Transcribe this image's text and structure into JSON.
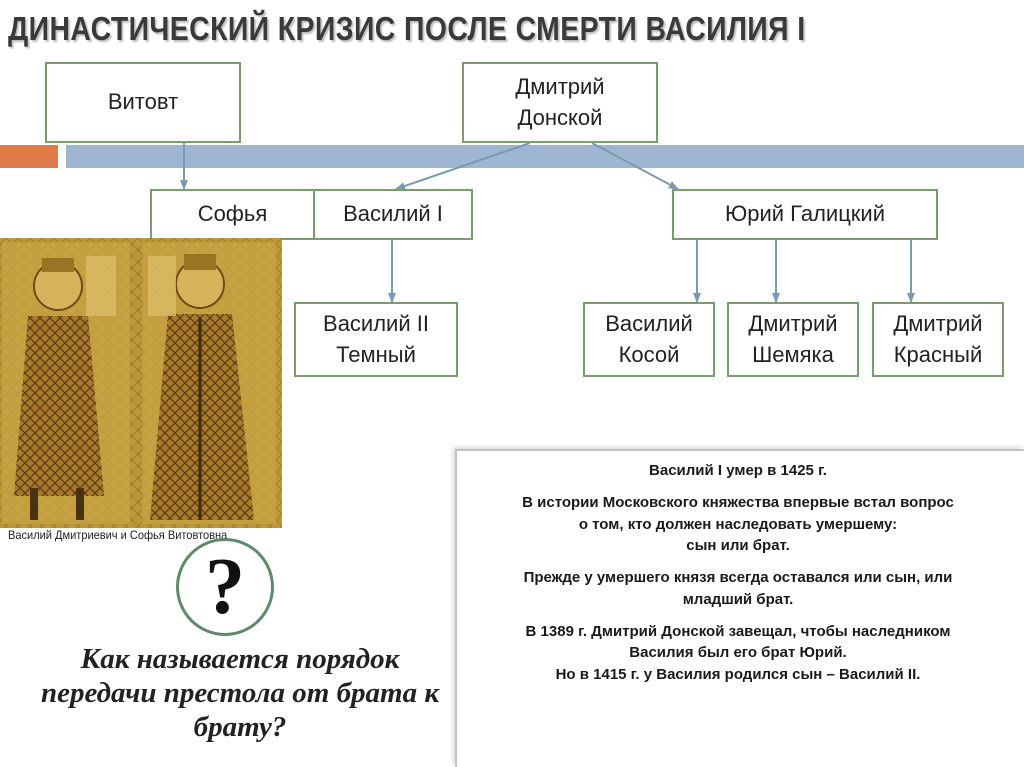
{
  "slide": {
    "title": "ДИНАСТИЧЕСКИЙ КРИЗИС ПОСЛЕ СМЕРТИ ВАСИЛИЯ I"
  },
  "tree": {
    "vitovt": "Витовт",
    "dmitry_donskoy": "Дмитрий\nДонской",
    "sofya": "Софья",
    "vasily_1": "Василий I",
    "yury_galitsky": "Юрий Галицкий",
    "vasily_2": "Василий II\nТемный",
    "vasily_kosoy": "Василий\nКосой",
    "dmitry_shemyaka": "Дмитрий\nШемяка",
    "dmitry_krasny": "Дмитрий\nКрасный"
  },
  "colors": {
    "box_border": "#7b9d6e",
    "orange_bar": "#e07b4b",
    "blue_bar": "#9fb6d2",
    "arrow": "#7a9ab0"
  },
  "portrait": {
    "caption": "Василий Дмитриевич и Софья Витовтовна"
  },
  "question": {
    "mark": "?",
    "text": "Как называется порядок передачи престола от брата к брату?"
  },
  "info": {
    "p1": "Василий I умер в 1425 г.",
    "p2": "В истории Московского княжества впервые встал вопрос\nо том, кто должен наследовать умершему:\nсын или брат.",
    "p3": "Прежде у умершего князя всегда оставался или сын, или\nмладший брат.",
    "p4": "В 1389 г. Дмитрий Донской завещал, чтобы наследником\nВасилия был его брат Юрий.\nНо в 1415 г. у Василия родился сын – Василий II."
  }
}
